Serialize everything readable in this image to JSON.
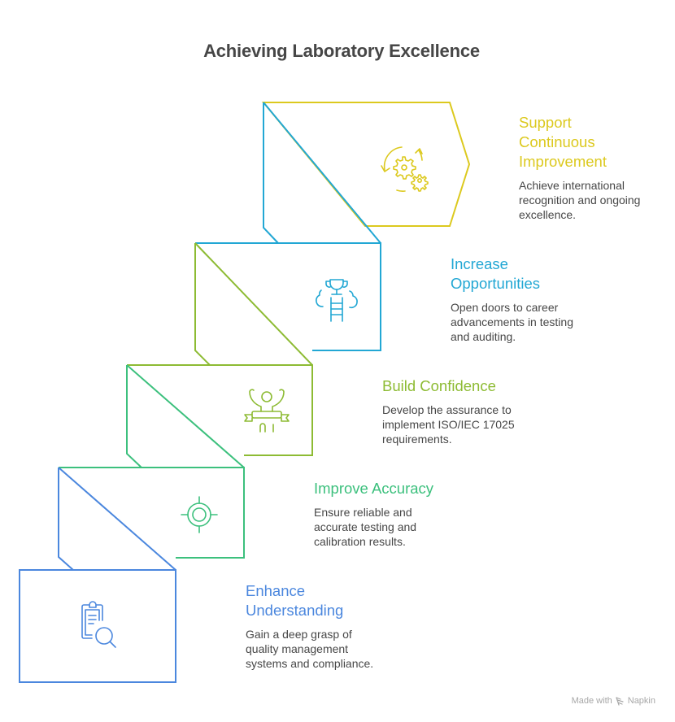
{
  "title": "Achieving Laboratory Excellence",
  "colors": {
    "yellow": "#DCC91E",
    "cyan": "#22A7D4",
    "lime": "#8DBB33",
    "green": "#3CC07D",
    "blue": "#4B87DE",
    "text": "#474747",
    "title": "#464646"
  },
  "steps": [
    {
      "level": 5,
      "title_lines": [
        "Support",
        "Continuous",
        "Improvement"
      ],
      "description_lines": [
        "Achieve international",
        "recognition and ongoing",
        "excellence."
      ],
      "icon": "gears-cycle-icon",
      "color": "#DCC91E"
    },
    {
      "level": 4,
      "title_lines": [
        "Increase",
        "Opportunities"
      ],
      "description_lines": [
        "Open doors to career",
        "advancements in testing",
        "and auditing."
      ],
      "icon": "trophy-ladder-icon",
      "color": "#22A7D4"
    },
    {
      "level": 3,
      "title_lines": [
        "Build Confidence"
      ],
      "description_lines": [
        "Develop the assurance to",
        "implement ISO/IEC 17025",
        "requirements."
      ],
      "icon": "winner-person-icon",
      "color": "#8DBB33"
    },
    {
      "level": 2,
      "title_lines": [
        "Improve Accuracy"
      ],
      "description_lines": [
        "Ensure reliable and",
        "accurate testing and",
        "calibration results."
      ],
      "icon": "target-crosshair-icon",
      "color": "#3CC07D"
    },
    {
      "level": 1,
      "title_lines": [
        "Enhance",
        "Understanding"
      ],
      "description_lines": [
        "Gain a deep grasp of",
        "quality management",
        "systems and compliance."
      ],
      "icon": "clipboard-search-icon",
      "color": "#4B87DE"
    }
  ],
  "footer": {
    "made_with": "Made with",
    "brand": "Napkin"
  }
}
